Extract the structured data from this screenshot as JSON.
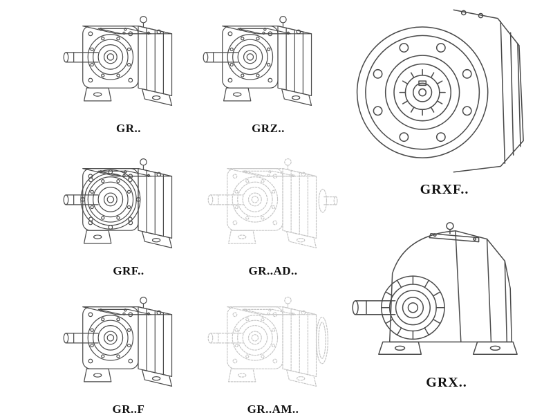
{
  "page": {
    "colors": {
      "background": "#ffffff",
      "line": "#4a4a4a",
      "ghost_line": "#c6c6c6",
      "label": "#101010"
    }
  },
  "figures": [
    {
      "model": "GR.."
    },
    {
      "model": "GRZ.."
    },
    {
      "model": "GRXF.."
    },
    {
      "model": "GRF.."
    },
    {
      "model": "GR..AD.."
    },
    {
      "model": "GR..F"
    },
    {
      "model": "GR..AM.."
    },
    {
      "model": "GRX.."
    }
  ]
}
